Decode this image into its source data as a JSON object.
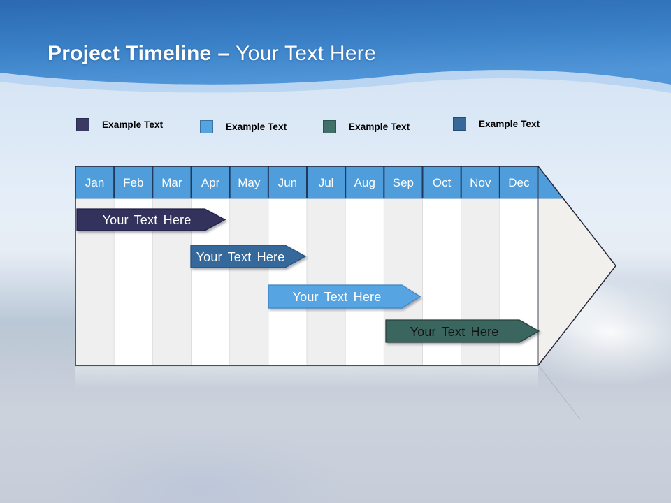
{
  "slide": {
    "title": {
      "primary": "Project Timeline",
      "separator": "–",
      "secondary": "Your Text Here"
    }
  },
  "legend": {
    "items": [
      {
        "label": "Example Text",
        "color": "#3a3a63"
      },
      {
        "label": "Example Text",
        "color": "#55a3df"
      },
      {
        "label": "Example Text",
        "color": "#41706a"
      },
      {
        "label": "Example Text",
        "color": "#36689a"
      }
    ]
  },
  "timeline": {
    "months": [
      "Jan",
      "Feb",
      "Mar",
      "Apr",
      "May",
      "Jun",
      "Jul",
      "Aug",
      "Sep",
      "Oct",
      "Nov",
      "Dec"
    ],
    "header_color": "#4f9edb",
    "bars": [
      {
        "label": "Your Text Here",
        "color": "#32315c",
        "border": "#232248",
        "text_color": "#ffffff",
        "start_month": "Jan",
        "end_month": "Apr"
      },
      {
        "label": "Your Text Here",
        "color": "#36689b",
        "border": "#28527e",
        "text_color": "#ffffff",
        "start_month": "Apr",
        "end_month": "Jun"
      },
      {
        "label": "Your Text Here",
        "color": "#56a4e1",
        "border": "#3f86c6",
        "text_color": "#ffffff",
        "start_month": "Jun",
        "end_month": "Sep"
      },
      {
        "label": "Your Text Here",
        "color": "#3a665f",
        "border": "#263f3b",
        "text_color": "#141414",
        "start_month": "Sep",
        "end_month": "Dec"
      }
    ]
  }
}
